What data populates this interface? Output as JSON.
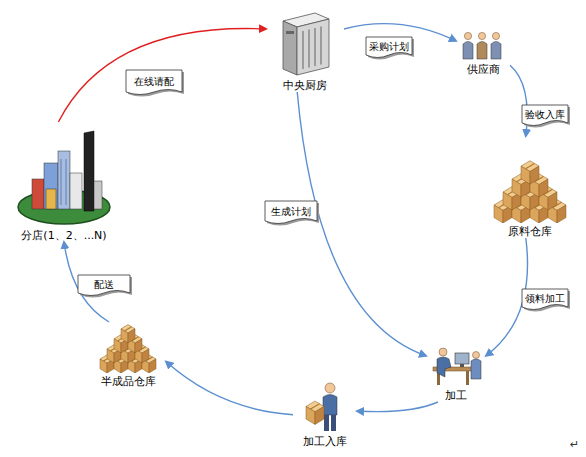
{
  "diagram": {
    "nodes": [
      {
        "text": [
          "中央厨房"
        ]
      },
      {
        "text": [
          "供应商"
        ]
      },
      {
        "text": [
          "原料仓库"
        ]
      },
      {
        "text": [
          "加工"
        ]
      },
      {
        "text": [
          "加工入库"
        ]
      },
      {
        "text": [
          "半成品仓库"
        ]
      },
      {
        "text": [
          "分店(1、2、...N)"
        ]
      }
    ],
    "edges": [
      {
        "from": 6,
        "to": 0,
        "arrow": "to",
        "label": "在线请配"
      },
      {
        "from": 0,
        "to": 1,
        "arrow": "to",
        "label": "采购计划"
      },
      {
        "from": 1,
        "to": 2,
        "arrow": "to",
        "label": "验收入库"
      },
      {
        "from": 2,
        "to": 3,
        "arrow": "to",
        "label": "领料加工"
      },
      {
        "from": 0,
        "to": 3,
        "arrow": "to",
        "label": "生成计划"
      },
      {
        "from": 3,
        "to": 4,
        "arrow": "to"
      },
      {
        "from": 4,
        "to": 5,
        "arrow": "to"
      },
      {
        "from": 5,
        "to": 6,
        "arrow": "to",
        "label": "配送"
      }
    ],
    "labels": [
      "↵"
    ]
  }
}
